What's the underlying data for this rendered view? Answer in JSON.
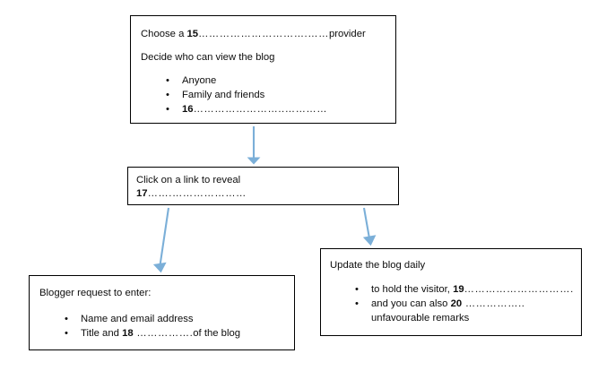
{
  "diagram": {
    "title": "Blog creation flowchart",
    "arrow_color": "#7BAFD8",
    "box_border_color": "#000000",
    "background": "#ffffff",
    "boxes": [
      {
        "id": "choose-provider",
        "lines": [
          {
            "type": "paragraph",
            "prefix": "Choose a ",
            "number": "15",
            "dots": "………………………….……",
            "suffix": "provider"
          },
          {
            "type": "paragraph",
            "text": "Decide who can view the blog"
          }
        ],
        "bullets": [
          {
            "text": "Anyone"
          },
          {
            "text": "Family and friends"
          },
          {
            "number": "16",
            "dots": "……………………..…………"
          }
        ]
      },
      {
        "id": "click-link",
        "lines": [
          {
            "type": "paragraph",
            "text": "Click on a link to reveal"
          },
          {
            "type": "paragraph",
            "number": "17",
            "dots": "…….…………………"
          }
        ],
        "bullets": []
      },
      {
        "id": "blogger-request",
        "lines": [
          {
            "type": "paragraph",
            "text": "Blogger request to enter:"
          }
        ],
        "bullets": [
          {
            "text": "Name and email address"
          },
          {
            "prefix": "Title and ",
            "number": "18",
            "dots": " …………….",
            "suffix": "of the blog"
          }
        ]
      },
      {
        "id": "update-blog",
        "lines": [
          {
            "type": "paragraph",
            "text": "Update the blog daily"
          }
        ],
        "bullets": [
          {
            "prefix": "to hold the visitor, ",
            "number": "19",
            "dots": "…………………………."
          },
          {
            "prefix": "and you can also ",
            "number": "20",
            "dots": " ……………..",
            "continuation": "unfavourable remarks"
          }
        ]
      }
    ],
    "connectors": [
      {
        "id": "arrow-provider-to-link",
        "from": "choose-provider",
        "to": "click-link",
        "direction": "down"
      },
      {
        "id": "arrow-link-to-blogger",
        "from": "click-link",
        "to": "blogger-request",
        "direction": "down-left"
      },
      {
        "id": "arrow-link-to-update",
        "from": "click-link",
        "to": "update-blog",
        "direction": "down-right"
      }
    ]
  }
}
